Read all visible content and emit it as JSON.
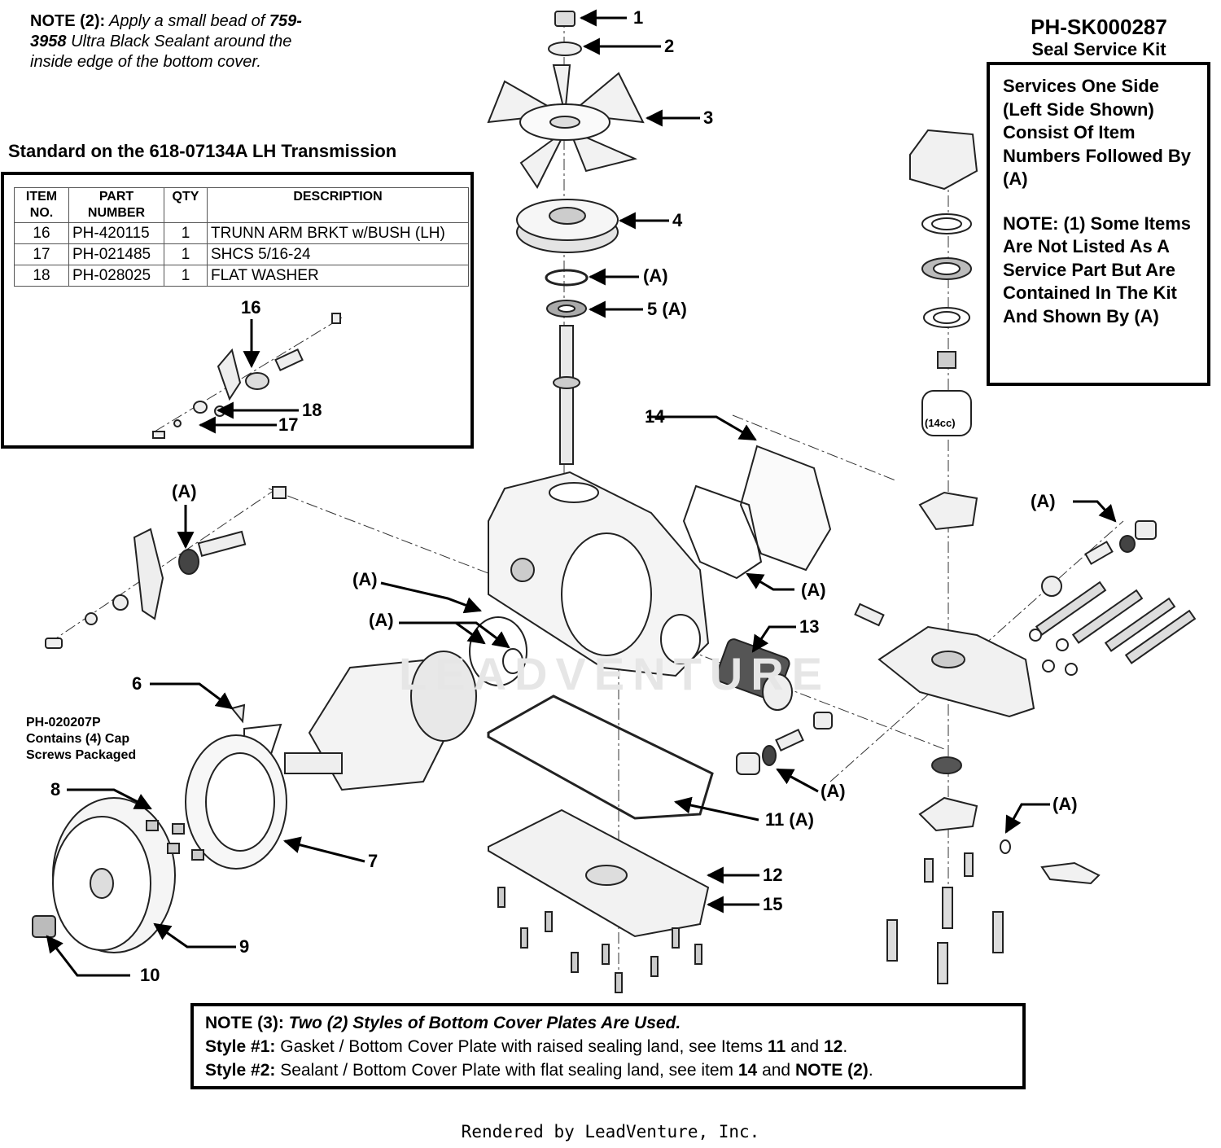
{
  "note2": {
    "lead": "NOTE (2):",
    "pre": "Apply a small bead of",
    "part": "759-3958",
    "post": "Ultra Black Sealant around the inside edge of the bottom cover."
  },
  "standard": {
    "title": "Standard on the 618-07134A LH Transmission",
    "headers": [
      "ITEM NO.",
      "PART NUMBER",
      "QTY",
      "DESCRIPTION"
    ],
    "rows": [
      [
        "16",
        "PH-420115",
        "1",
        "TRUNN ARM BRKT w/BUSH (LH)"
      ],
      [
        "17",
        "PH-021485",
        "1",
        "SHCS 5/16-24"
      ],
      [
        "18",
        "PH-028025",
        "1",
        "FLAT WASHER"
      ]
    ]
  },
  "kit": {
    "number": "PH-SK000287",
    "name": "Seal Service Kit",
    "desc": "Services One Side (Left Side Shown) Consist Of Item Numbers Followed By (A)",
    "note1": "NOTE: (1) Some Items Are Not Listed As A Service Part But Are Contained In The Kit And Shown By (A)"
  },
  "note3": {
    "lead": "NOTE (3):",
    "headline": "Two (2) Styles of Bottom Cover Plates Are Used.",
    "style1_lead": "Style #1:",
    "style1_text": "Gasket / Bottom Cover Plate with raised sealing land, see Items",
    "style1_i1": "11",
    "style1_and": "and",
    "style1_i2": "12",
    "style2_lead": "Style #2:",
    "style2_text": "Sealant / Bottom Cover Plate with flat sealing land, see item",
    "style2_i1": "14",
    "style2_and": "and",
    "style2_ref": "NOTE (2)"
  },
  "packaged_note": "PH-020207P Contains (4) Cap Screws Packaged",
  "pump_label": "(14cc)",
  "callouts": {
    "c1": "1",
    "c2": "2",
    "c3": "3",
    "c4": "4",
    "cA_ring": "(A)",
    "c5": "5 (A)",
    "c6": "6",
    "c7": "7",
    "c8": "8",
    "c9": "9",
    "c10": "10",
    "c11": "11 (A)",
    "c12": "12",
    "c13": "13",
    "c14": "14",
    "c14A": "(A)",
    "c15": "15",
    "c16": "16",
    "c17": "17",
    "c18": "18",
    "cA_left": "(A)",
    "cA_mid1": "(A)",
    "cA_mid2": "(A)",
    "cA_right": "(A)",
    "cA_valve": "(A)",
    "cA_pipe": "(A)"
  },
  "watermark": "LEADVENTURE",
  "footer": "Rendered by LeadVenture, Inc."
}
